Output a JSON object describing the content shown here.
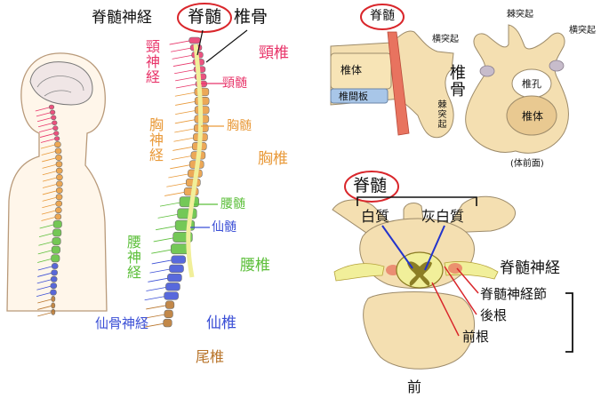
{
  "colors": {
    "cervical": "#e8356a",
    "thoracic": "#e99a3a",
    "lumbar": "#5cbf3a",
    "sacral": "#3b4fd6",
    "coccyx": "#b8742a",
    "black": "#111111",
    "circle": "#d9262b",
    "bone": "#f4dfb1",
    "cord": "#f1ef9a",
    "spinalcord_vessel": "#e8735f"
  },
  "spine_labels": {
    "spinal_nerve": "脊髄神経",
    "spinal_cord": "脊髄",
    "vertebra": "椎骨",
    "cervical_nerve": "頸神経",
    "cervical_spine": "頸椎",
    "cervical_cord": "頸髄",
    "thoracic_nerve": "胸神経",
    "thoracic_cord": "胸髄",
    "thoracic_spine": "胸椎",
    "lumbar_cord": "腰髄",
    "sacral_cord": "仙髄",
    "lumbar_nerve": "腰神経",
    "lumbar_spine": "腰椎",
    "sacral_nerve": "仙骨神経",
    "sacral_spine": "仙椎",
    "coccyx": "尾椎"
  },
  "vertebra_side": {
    "spinal_cord": "脊髄",
    "transverse_process": "横突起",
    "vertebral_body": "椎体",
    "vertebra": "椎骨",
    "disc": "椎間板",
    "spinous_process": "棘突起"
  },
  "vertebra_top": {
    "spinous_process": "棘突起",
    "transverse_process": "横突起",
    "foramen": "椎孔",
    "body": "椎体",
    "caption": "(体前面)"
  },
  "cross_section": {
    "spinal_cord": "脊髄",
    "white_matter": "白質",
    "gray_matter": "灰白質",
    "spinal_nerve": "脊髄神経",
    "ganglion": "脊髄神経節",
    "posterior_root": "後根",
    "anterior_root": "前根",
    "anterior": "前"
  }
}
